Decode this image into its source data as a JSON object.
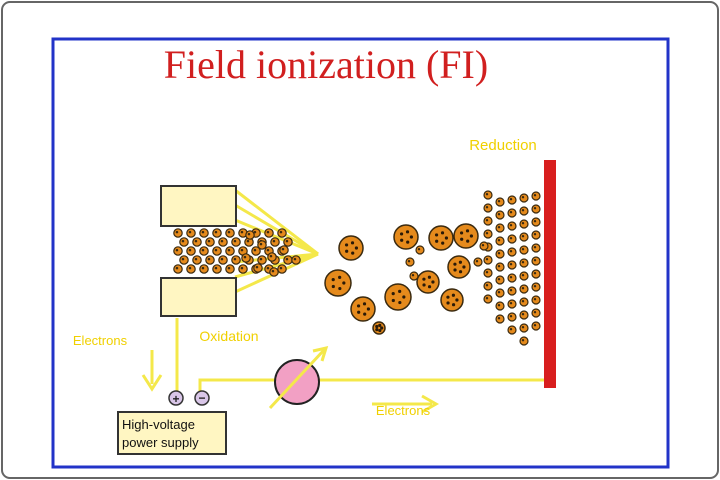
{
  "title": "Field ionization (FI)",
  "labels": {
    "reduction": "Reduction",
    "oxidation": "Oxidation",
    "electrons_left": "Electrons",
    "electrons_bottom": "Electrons",
    "power_supply_line1": "High-voltage",
    "power_supply_line2": "power supply"
  },
  "terminal_symbols": {
    "positive": "+",
    "negative": "−"
  },
  "colors": {
    "frame_blue": "#2233c8",
    "title_red": "#d11f1f",
    "label_yellow": "#f0d000",
    "wire_yellow": "#f4e84a",
    "electrode_fill": "#fff6c2",
    "particle_orange": "#e58a1c",
    "plate_red": "#d81e1e",
    "meter_pink": "#f2a0c4"
  }
}
